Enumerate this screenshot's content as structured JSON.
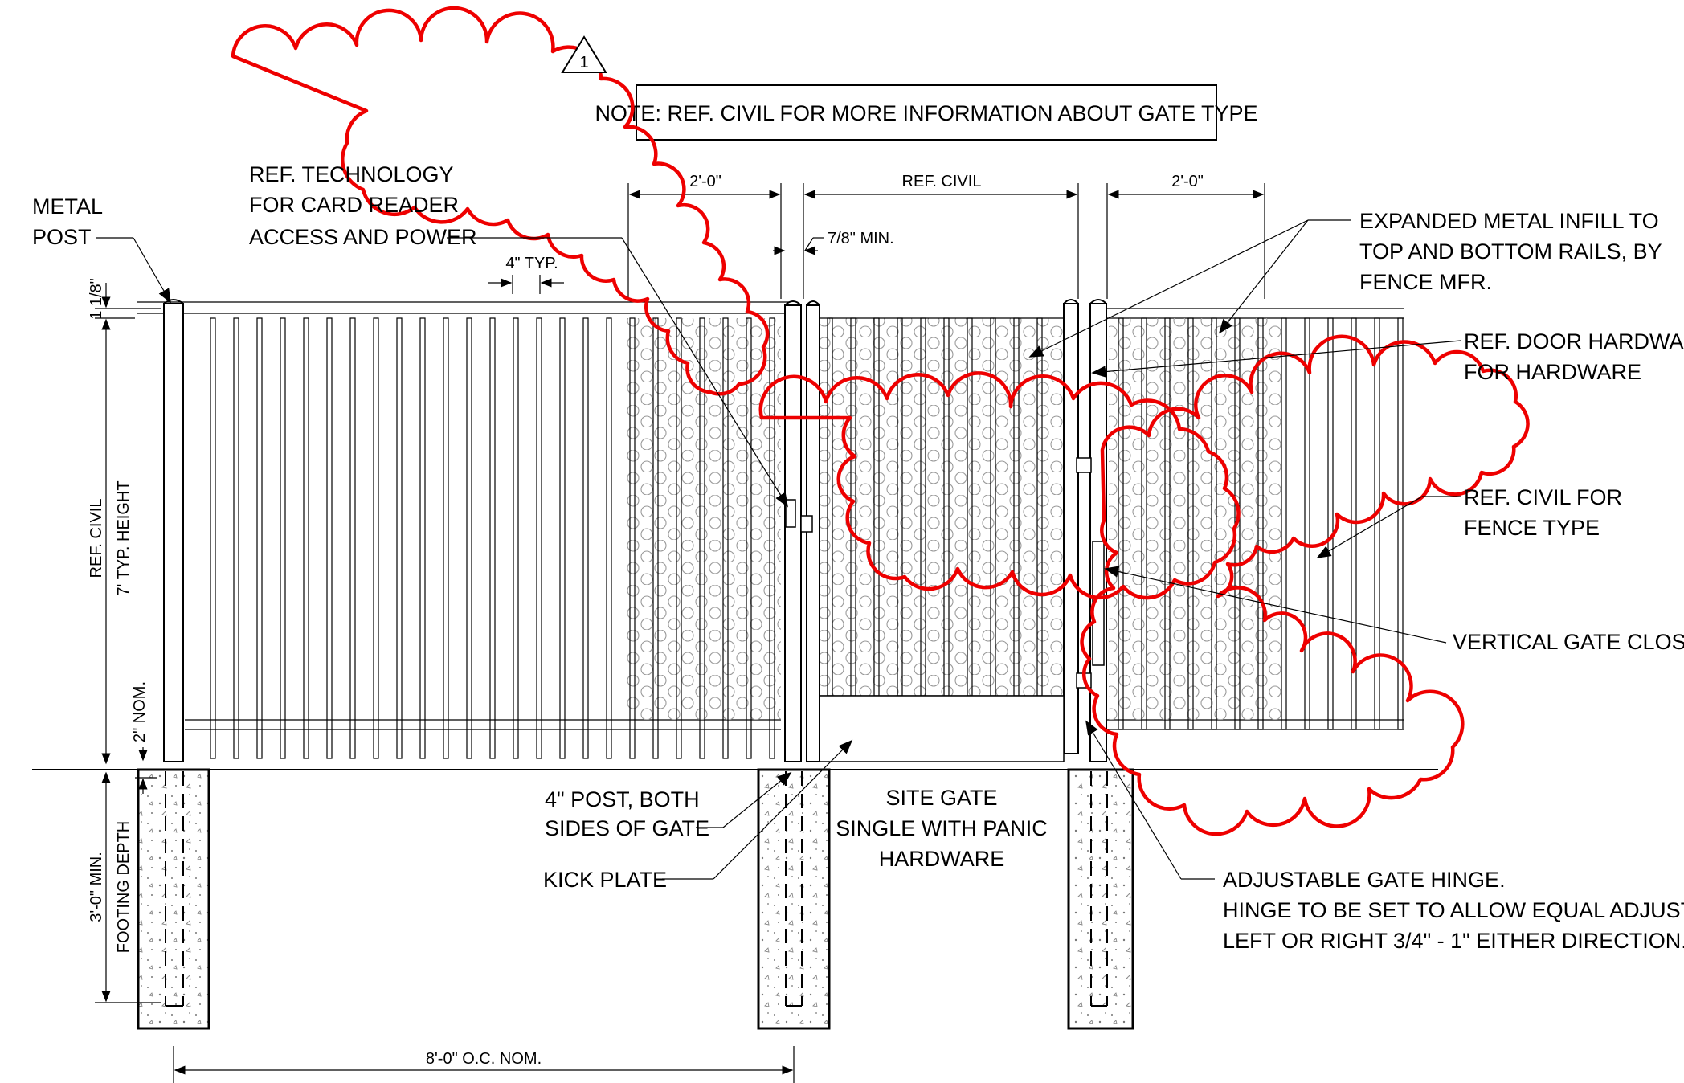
{
  "note": "NOTE: REF. CIVIL FOR MORE INFORMATION ABOUT GATE TYPE",
  "revision": "1",
  "labels": {
    "metal_post": [
      "METAL",
      "POST"
    ],
    "tech": [
      "REF. TECHNOLOGY",
      "FOR CARD READER",
      "ACCESS AND POWER"
    ],
    "expanded_metal": [
      "EXPANDED METAL INFILL TO",
      "TOP AND BOTTOM RAILS, BY",
      "FENCE MFR."
    ],
    "door_hardware": [
      "REF. DOOR HARDWARE",
      "FOR HARDWARE"
    ],
    "fence_type": [
      "REF. CIVIL FOR",
      "FENCE TYPE"
    ],
    "closure": "VERTICAL GATE CLOSURE",
    "post": [
      "4\" POST, BOTH",
      "SIDES OF GATE"
    ],
    "kick_plate": "KICK PLATE",
    "site_gate": [
      "SITE GATE",
      "SINGLE WITH PANIC",
      "HARDWARE"
    ],
    "hinge": [
      "ADJUSTABLE GATE HINGE.",
      "HINGE TO BE SET TO ALLOW EQUAL ADJUSTMENT",
      "LEFT OR RIGHT 3/4\" - 1\" EITHER DIRECTION."
    ]
  },
  "dimensions": {
    "left_2ft": "2'-0\"",
    "gate_width": "REF. CIVIL",
    "right_2ft": "2'-0\"",
    "gap": "7/8\" MIN.",
    "picket_spacing": "4\" TYP.",
    "top_offset": "1 1/8\"",
    "height": [
      "REF. CIVIL",
      "7' TYP. HEIGHT"
    ],
    "bottom_clearance": "2\" NOM.",
    "footing": [
      "3'-0\" MIN.",
      "FOOTING DEPTH"
    ],
    "post_spacing": "8'-0\" O.C. NOM."
  },
  "colors": {
    "linework": "#000000",
    "revision_cloud": "#ee0000",
    "infill_pattern": "#9a9a9a"
  }
}
